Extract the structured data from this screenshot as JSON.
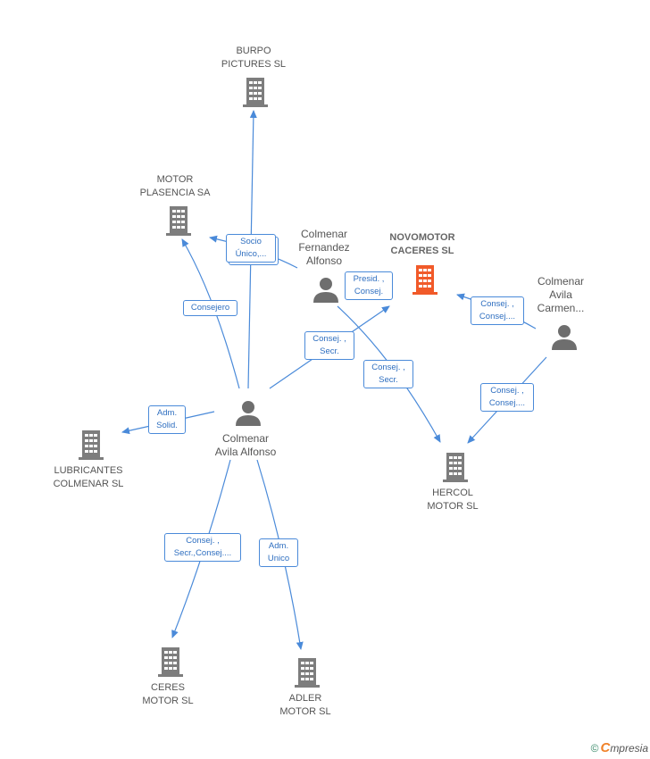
{
  "colors": {
    "edge": "#4a8ad9",
    "company": "#7d7d7d",
    "company_focus": "#f15a29",
    "person": "#6e6e6e",
    "label_text": "#555555",
    "edge_label_text": "#2f6fc0"
  },
  "nodes": {
    "burpo": {
      "label": "BURPO\nPICTURES SL",
      "kind": "company"
    },
    "motor_plasencia": {
      "label": "MOTOR\nPLASENCIA SA",
      "kind": "company"
    },
    "novomotor": {
      "label": "NOVOMOTOR\nCACERES SL",
      "kind": "company_focus"
    },
    "lubricantes": {
      "label": "LUBRICANTES\nCOLMENAR SL",
      "kind": "company"
    },
    "hercol": {
      "label": "HERCOL\nMOTOR SL",
      "kind": "company"
    },
    "ceres": {
      "label": "CERES\nMOTOR SL",
      "kind": "company"
    },
    "adler": {
      "label": "ADLER\nMOTOR SL",
      "kind": "company"
    },
    "p_fernandez": {
      "label": "Colmenar\nFernandez\nAlfonso",
      "kind": "person"
    },
    "p_carmen": {
      "label": "Colmenar\nAvila\nCarmen...",
      "kind": "person"
    },
    "p_alfonso": {
      "label": "Colmenar\nAvila Alfonso",
      "kind": "person"
    }
  },
  "edge_labels": {
    "socio": "Socio\nÚnico,...",
    "consejero": "Consejero",
    "presid": "Presid. ,\nConsej.",
    "consej_secr_1": "Consej. ,\nSecr.",
    "consej_secr_2": "Consej. ,\nSecr.",
    "carmen_novo": "Consej. ,\nConsej....",
    "carmen_hercol": "Consej. ,\nConsej....",
    "adm_solid": "Adm.\nSolid.",
    "ceres": "Consej. ,\nSecr.,Consej....",
    "adm_unico": "Adm.\nUnico"
  },
  "footer": {
    "copyright": "©",
    "brand_initial": "C",
    "brand_rest": "mpresia"
  }
}
